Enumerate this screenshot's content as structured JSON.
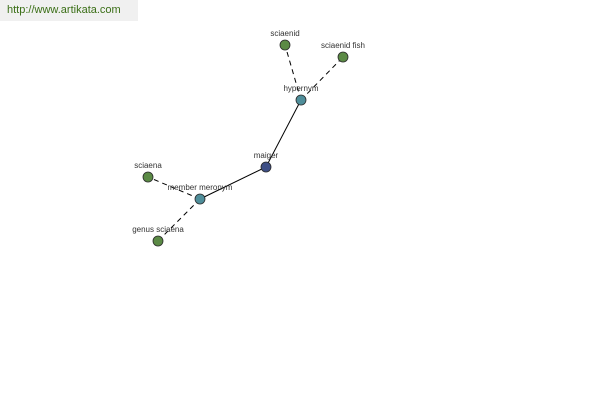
{
  "header": {
    "site_url": "http://www.artikata.com"
  },
  "colors": {
    "center_node": "#3e4f86",
    "relation_node": "#4f8e9a",
    "term_node": "#5b8a45",
    "node_stroke": "#2a2a2a",
    "edge": "#000000"
  },
  "diagram": {
    "nodes": [
      {
        "id": "maiger",
        "label": "maiger",
        "kind": "center"
      },
      {
        "id": "hypernym",
        "label": "hypernym",
        "kind": "relation"
      },
      {
        "id": "member_meronym",
        "label": "member meronym",
        "kind": "relation"
      },
      {
        "id": "sciaenid",
        "label": "sciaenid",
        "kind": "term"
      },
      {
        "id": "sciaenid_fish",
        "label": "sciaenid fish",
        "kind": "term"
      },
      {
        "id": "sciaena",
        "label": "sciaena",
        "kind": "term"
      },
      {
        "id": "genus_sciaena",
        "label": "genus sciaena",
        "kind": "term"
      }
    ],
    "edges": [
      {
        "from": "maiger",
        "to": "hypernym",
        "style": "solid"
      },
      {
        "from": "maiger",
        "to": "member_meronym",
        "style": "solid"
      },
      {
        "from": "hypernym",
        "to": "sciaenid",
        "style": "dashed"
      },
      {
        "from": "hypernym",
        "to": "sciaenid_fish",
        "style": "dashed"
      },
      {
        "from": "member_meronym",
        "to": "sciaena",
        "style": "dashed"
      },
      {
        "from": "member_meronym",
        "to": "genus_sciaena",
        "style": "dashed"
      }
    ]
  }
}
